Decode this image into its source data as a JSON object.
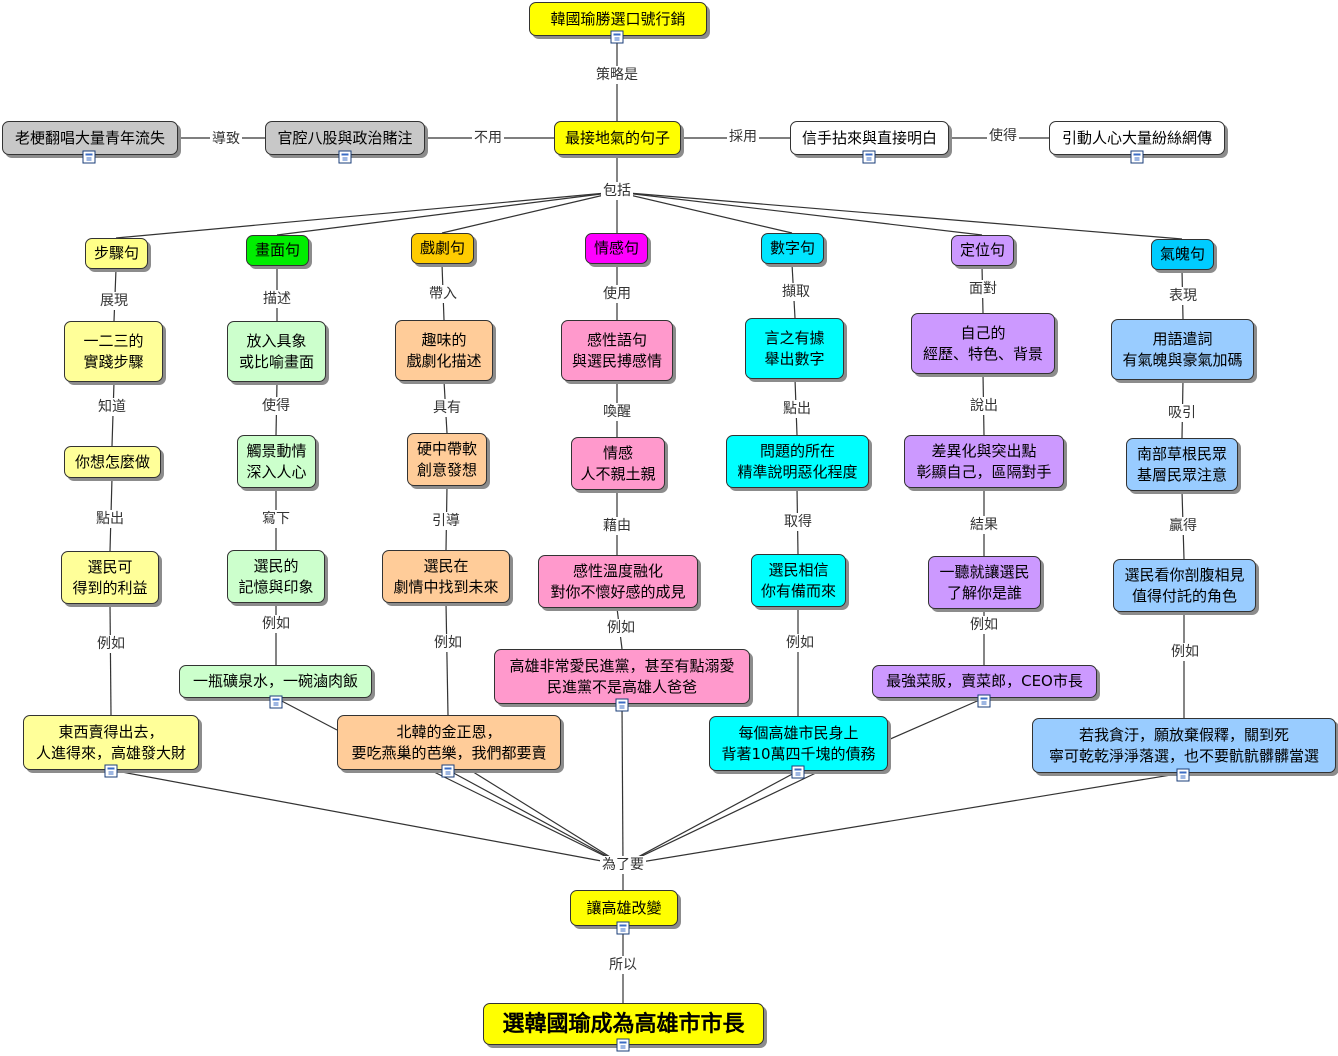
{
  "nodes": {
    "n_title": "韓國瑜勝選口號行銷",
    "n_core": "最接地氣的句子",
    "n_officials": "官腔八股與政治賭注",
    "n_oldstem": "老梗翻唱大量青年流失",
    "n_easy": "信手拈來與直接明白",
    "n_viral": "引動人心大量紛絲網傳",
    "c1": "步驟句",
    "c2": "畫面句",
    "c3": "戲劇句",
    "c4": "情感句",
    "c5": "數字句",
    "c6": "定位句",
    "c7": "氣魄句",
    "c1a": "一二三的\n實踐步驟",
    "c1b": "你想怎麼做",
    "c1c": "選民可\n得到的利益",
    "c1d": "東西賣得出去，\n人進得來，高雄發大財",
    "c2a": "放入具象\n或比喻畫面",
    "c2b": "觸景動情\n深入人心",
    "c2c": "選民的\n記憶與印象",
    "c2d": "一瓶礦泉水，一碗滷肉飯",
    "c3a": "趣味的\n戲劇化描述",
    "c3b": "硬中帶軟\n創意發想",
    "c3c": "選民在\n劇情中找到未來",
    "c3d": "北韓的金正恩，\n要吃燕巢的芭樂，我們都要賣",
    "c4a": "感性語句\n與選民搏感情",
    "c4b": "情感\n人不親土親",
    "c4c": "感性溫度融化\n對你不懷好感的成見",
    "c4d": "高雄非常愛民進黨，甚至有點溺愛\n民進黨不是高雄人爸爸",
    "c5a": "言之有據\n舉出數字",
    "c5b": "問題的所在\n精準說明惡化程度",
    "c5c": "選民相信\n你有備而來",
    "c5d": "每個高雄市民身上\n背著10萬四千塊的債務",
    "c6a": "自己的\n經歷、特色、背景",
    "c6b": "差異化與突出點\n彰顯自己，區隔對手",
    "c6c": "一聽就讓選民\n了解你是誰",
    "c6d": "最強菜販，賣菜郎，CEO市長",
    "c7a": "用語遣詞\n有氣魄與豪氣加碼",
    "c7b": "南部草根民眾\n基層民眾注意",
    "c7c": "選民看你剖腹相見\n值得付託的角色",
    "c7d": "若我貪汙，願放棄假釋，關到死\n寧可乾乾淨淨落選，也不要骯骯髒髒當選",
    "n_change": "讓高雄改變",
    "n_final": "選韓國瑜成為高雄市市長"
  },
  "links": {
    "l_strategy": "策略是",
    "l_notuse": "不用",
    "l_leadto": "導致",
    "l_adopt": "採用",
    "l_make": "使得",
    "l_include": "包括",
    "l1a": "展現",
    "l1b": "知道",
    "l1c": "點出",
    "l1d": "例如",
    "l2a": "描述",
    "l2b": "使得",
    "l2c": "寫下",
    "l2d": "例如",
    "l3a": "帶入",
    "l3b": "具有",
    "l3c": "引導",
    "l3d": "例如",
    "l4a": "使用",
    "l4b": "喚醒",
    "l4c": "藉由",
    "l4d": "例如",
    "l5a": "擷取",
    "l5b": "點出",
    "l5c": "取得",
    "l5d": "例如",
    "l6a": "面對",
    "l6b": "說出",
    "l6c": "結果",
    "l6d": "例如",
    "l7a": "表現",
    "l7b": "吸引",
    "l7c": "贏得",
    "l7d": "例如",
    "l_forthe": "為了要",
    "l_so": "所以"
  },
  "colors": {
    "line": "#333333",
    "root": "#ffff00"
  }
}
